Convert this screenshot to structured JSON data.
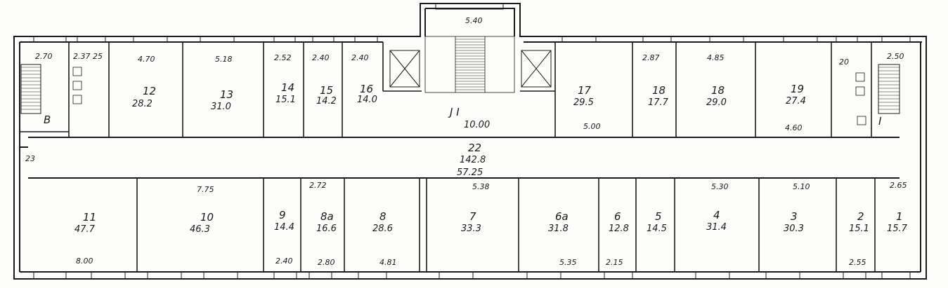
{
  "colors": {
    "ink": "#1a1a1a",
    "paper": "#fdfdfb"
  },
  "rooms_top": [
    {
      "id": "B",
      "area": ""
    },
    {
      "id": "12",
      "area": "28.2"
    },
    {
      "id": "13",
      "area": "31.0"
    },
    {
      "id": "14",
      "area": "15.1"
    },
    {
      "id": "15",
      "area": "14.2"
    },
    {
      "id": "16",
      "area": "14.0"
    },
    {
      "id": "17",
      "area": "29.5"
    },
    {
      "id": "18",
      "area": "17.7"
    },
    {
      "id": "18",
      "area": "29.0"
    },
    {
      "id": "19",
      "area": "27.4"
    }
  ],
  "rooms_bottom": [
    {
      "id": "11",
      "area": "47.7"
    },
    {
      "id": "10",
      "area": "46.3"
    },
    {
      "id": "9",
      "area": "14.4"
    },
    {
      "id": "8a",
      "area": "16.6"
    },
    {
      "id": "8",
      "area": "28.6"
    },
    {
      "id": "7",
      "area": "33.3"
    },
    {
      "id": "6a",
      "area": "31.8"
    },
    {
      "id": "6",
      "area": "12.8"
    },
    {
      "id": "5",
      "area": "14.5"
    },
    {
      "id": "4",
      "area": "31.4"
    },
    {
      "id": "3",
      "area": "30.3"
    },
    {
      "id": "2",
      "area": "15.1"
    },
    {
      "id": "1",
      "area": "15.7"
    }
  ],
  "corridor": {
    "id": "22",
    "area": "142.8",
    "length": "57.25"
  },
  "stair_hall": {
    "label": "J I",
    "width": "10.00"
  },
  "stair_right": {
    "label": "I"
  },
  "small_room": {
    "id": "23"
  },
  "dims_top": [
    "2.70",
    "2.37 25",
    "4.70",
    "5.18",
    "2.52",
    "2.40",
    "2.40",
    "5.40",
    "2.87",
    "4.85",
    "20",
    "2.50"
  ],
  "dims_bottom": [
    "8.00",
    "2.40",
    "2.80",
    "4.81",
    "5.35",
    "2.15",
    "2.55"
  ],
  "dims_mid": [
    "7.75",
    "2.72",
    "5.38",
    "5.30",
    "5.10",
    "2.65",
    "5.00",
    "4.60"
  ]
}
